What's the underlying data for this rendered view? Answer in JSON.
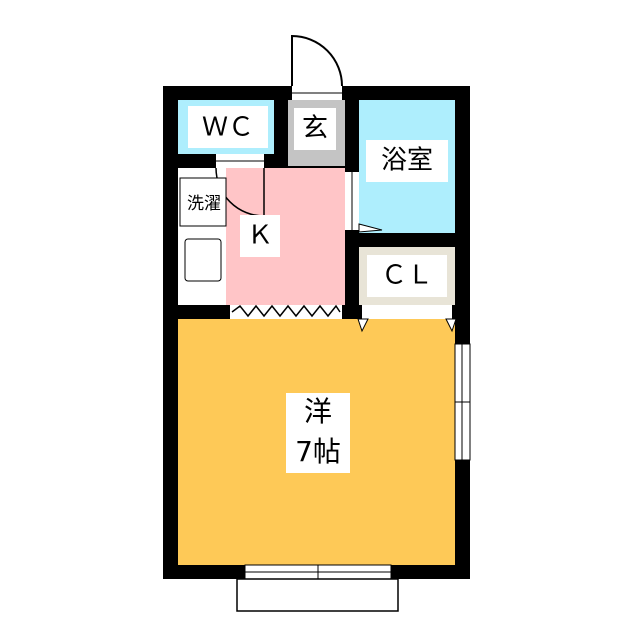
{
  "rooms": {
    "wc": {
      "label": "ＷＣ",
      "color": "#aeeefd"
    },
    "genkan": {
      "label": "玄",
      "color": "#c4c4c4"
    },
    "bath": {
      "label": "浴室",
      "color": "#aeeefd"
    },
    "laundry": {
      "label": "洗濯"
    },
    "kitchen": {
      "label": "Ｋ",
      "color": "#ffc5c7"
    },
    "closet": {
      "label": "ＣＬ",
      "color": "#e8e4d7"
    },
    "western": {
      "label": "洋",
      "size": "7帖",
      "color": "#fec957"
    }
  },
  "colors": {
    "wall": "#000000",
    "background": "#ffffff"
  }
}
